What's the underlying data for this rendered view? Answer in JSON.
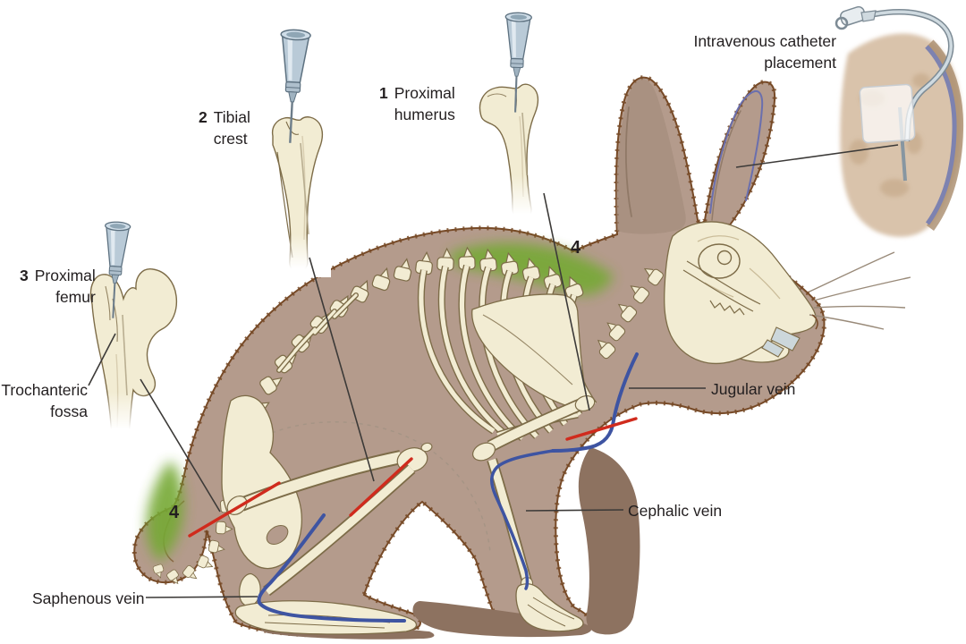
{
  "diagram": {
    "io_sites": {
      "site1": {
        "number": "1",
        "line1": "Proximal",
        "line2": "humerus"
      },
      "site2": {
        "number": "2",
        "line1": "Tibial",
        "line2": "crest"
      },
      "site3": {
        "number": "3",
        "line1": "Proximal",
        "line2": "femur"
      },
      "site4": {
        "number": "4"
      }
    },
    "anatomy_labels": {
      "trochanteric_fossa": {
        "line1": "Trochanteric",
        "line2": "fossa"
      },
      "jugular_vein": "Jugular vein",
      "cephalic_vein": "Cephalic vein",
      "saphenous_vein": "Saphenous vein"
    },
    "inset_label": {
      "line1": "Intravenous catheter",
      "line2": "placement"
    },
    "colors": {
      "body_tan": "#b49b8c",
      "body_shadow": "#8d7260",
      "fur_outline": "#774a27",
      "bone_cream": "#f2ecd3",
      "bone_outline": "#7d6c48",
      "highlight_green": "#76a936",
      "vein_blue": "#3e54a2",
      "ear_vein_purple": "#6a6fae",
      "catheter_red": "#d02b1d",
      "needle_blue": "#b9cad7",
      "pointer_line": "#3c3a38",
      "label_text": "#231f20",
      "inset_skin": "#d9c3ab"
    }
  }
}
